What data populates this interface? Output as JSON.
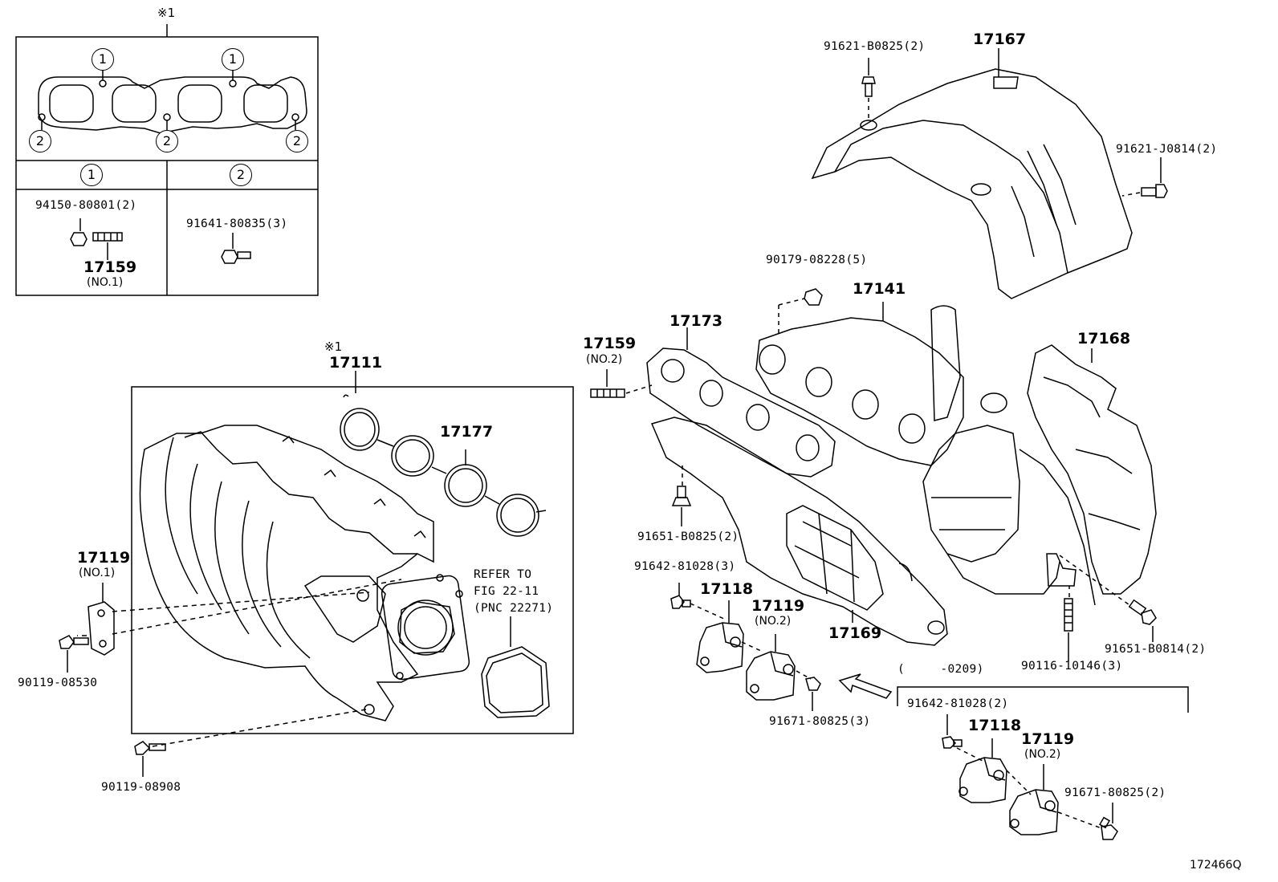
{
  "diagram_id": "172466Q",
  "note_mark": "※1",
  "inset": {
    "marker_1": "1",
    "marker_2": "2",
    "col1": {
      "bolt": "94150-80801(2)",
      "stud": "17159",
      "stud_sub": "(NO.1)"
    },
    "col2": {
      "bolt": "91641-80835(3)"
    }
  },
  "intake": {
    "manifold": "17111",
    "gasket": "17177",
    "bracket": "17119",
    "bracket_sub": "(NO.1)",
    "bolt_bracket": "90119-08530",
    "bolt_lower": "90119-08908",
    "refer_lines": [
      "REFER TO",
      "FIG 22-11",
      "(PNC 22271)"
    ]
  },
  "exhaust": {
    "heat_insulator_upper": "17167",
    "bolt_upper_left": "91621-B0825(2)",
    "bolt_upper_right": "91621-J0814(2)",
    "nut": "90179-08228(5)",
    "manifold": "17141",
    "stud": "17159",
    "stud_sub": "(NO.2)",
    "gasket": "17173",
    "insulator_right": "17168",
    "bolt_gasket": "91651-B0825(2)",
    "bolt_bracket": "91642-81028(3)",
    "bracket_a": "17118",
    "bracket_b": "17119",
    "bracket_b_sub": "(NO.2)",
    "insulator_lower": "17169",
    "bolt_b": "91671-80825(3)",
    "stud_right": "90116-10146(3)",
    "bolt_right": "91651-B0814(2)"
  },
  "variant": {
    "range": "(　　　-0209)",
    "bolt_bracket": "91642-81028(2)",
    "bracket_a": "17118",
    "bracket_b": "17119",
    "bracket_b_sub": "(NO.2)",
    "bolt_b": "91671-80825(2)"
  }
}
